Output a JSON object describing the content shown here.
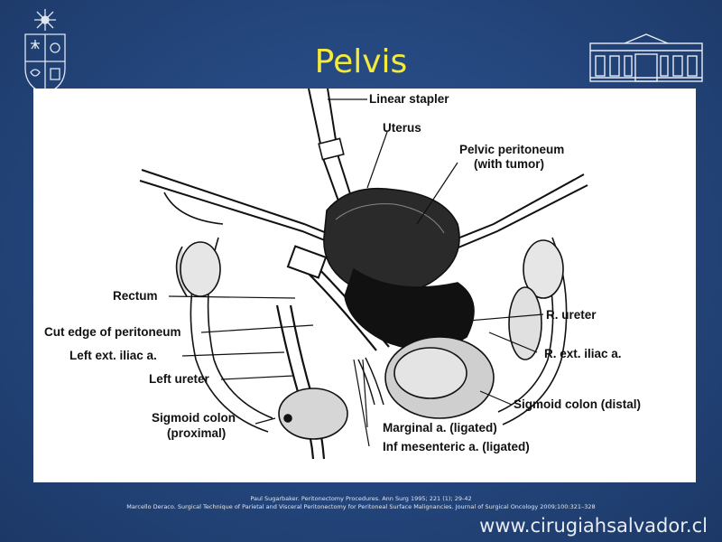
{
  "slide": {
    "title": "Pelvis",
    "website": "www.cirugiahsalvador.cl"
  },
  "logos": {
    "left": "university-crest",
    "right": "hospital-building"
  },
  "figure": {
    "labels": {
      "linear_stapler": "Linear stapler",
      "uterus": "Uterus",
      "pelvic_peritoneum": "Pelvic peritoneum",
      "with_tumor": "(with tumor)",
      "rectum": "Rectum",
      "cut_edge": "Cut edge of peritoneum",
      "left_ext_iliac": "Left ext. iliac a.",
      "left_ureter": "Left ureter",
      "sigmoid_prox_1": "Sigmoid colon",
      "sigmoid_prox_2": "(proximal)",
      "r_ureter": "R. ureter",
      "r_ext_iliac": "R. ext. iliac a.",
      "sigmoid_distal": "Sigmoid colon (distal)",
      "marginal": "Marginal a. (ligated)",
      "inf_mesenteric": "Inf mesenteric a. (ligated)"
    }
  },
  "references": {
    "line1": "Paul Sugarbaker. Peritonectomy Procedures. Ann Surg 1995; 221 (1); 29-42",
    "line2": "Marcello Deraco. Surgical Technique of Parietal and Visceral Peritonectomy for Peritoneal Surface Malignancies. Journal of Surgical Oncology 2009;100:321–328"
  }
}
